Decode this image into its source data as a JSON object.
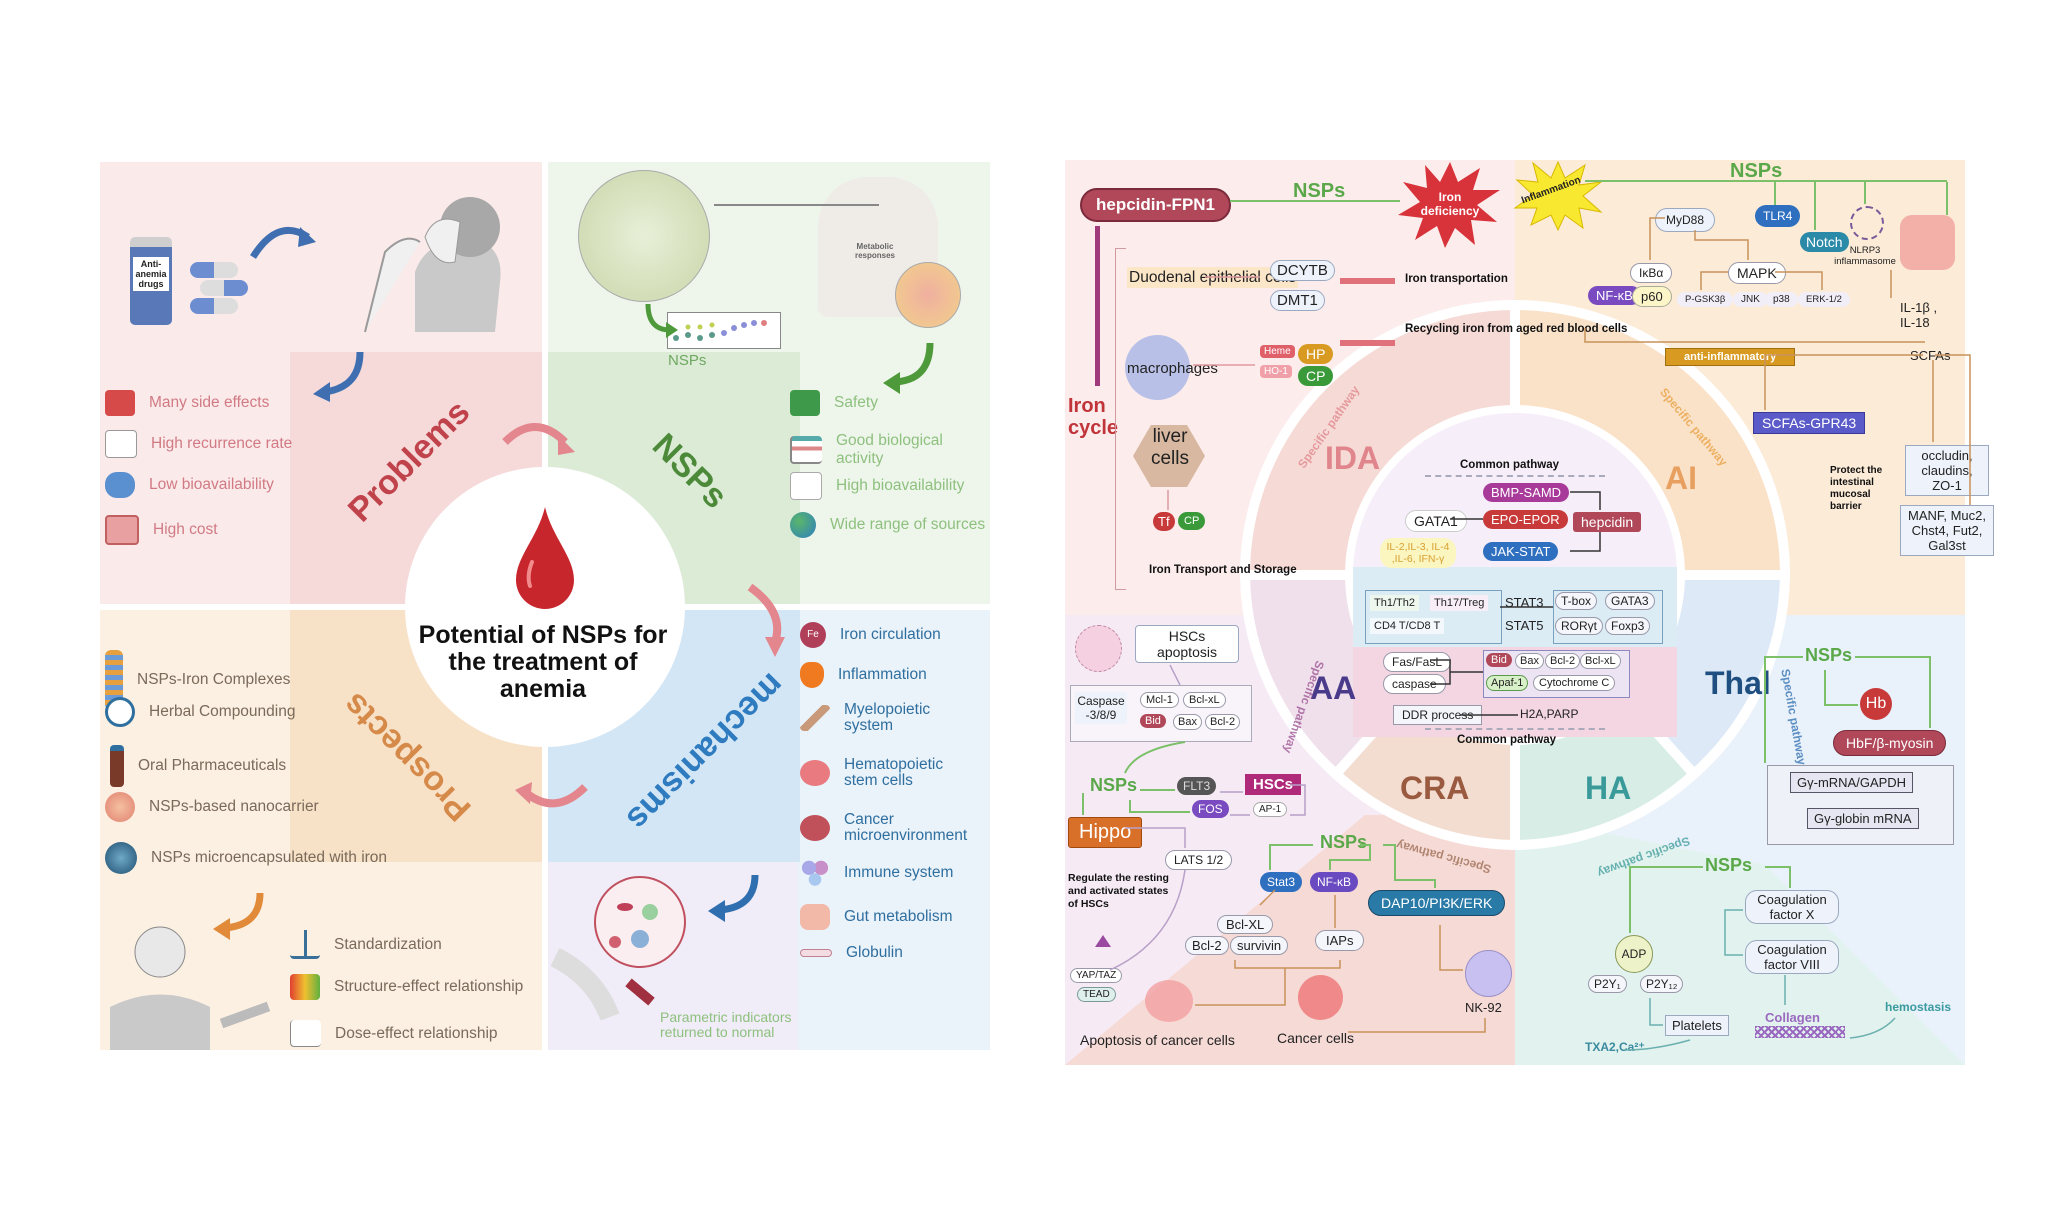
{
  "left_panel": {
    "center_title": "Potential of NSPs for the treatment of anemia",
    "ring_labels": {
      "problems": "Problems",
      "nsps": "NSPs",
      "mechanisms": "mechanisms",
      "prospects": "Prospects"
    },
    "problems": {
      "drug_label": "Anti-anemia drugs",
      "items": [
        {
          "icon": "medicine-bottle-icon",
          "label": "Many side effects"
        },
        {
          "icon": "waveform-chart-icon",
          "label": "High recurrence rate"
        },
        {
          "icon": "stomach-icon",
          "label": "Low bioavailability"
        },
        {
          "icon": "money-icon",
          "label": "High cost"
        }
      ]
    },
    "nsps": {
      "source_label": "NSPs",
      "metabolic_label": "Metabolic responses",
      "items": [
        {
          "icon": "safe-bottle-icon",
          "label": "Safety"
        },
        {
          "icon": "bar-chart-icon",
          "label": "Good biological activity"
        },
        {
          "icon": "curve-chart-icon",
          "label": "High bioavailability"
        },
        {
          "icon": "globe-icon",
          "label": "Wide range of sources"
        }
      ]
    },
    "mechanisms": {
      "items": [
        {
          "icon": "fe-iron-icon",
          "label": "Iron circulation"
        },
        {
          "icon": "flame-icon",
          "label": "Inflammation"
        },
        {
          "icon": "bone-icon",
          "label": "Myelopoietic system"
        },
        {
          "icon": "stem-cell-icon",
          "label": "Hematopoietic stem cells"
        },
        {
          "icon": "tumor-icon",
          "label": "Cancer microenvironment"
        },
        {
          "icon": "immune-cells-icon",
          "label": "Immune system"
        },
        {
          "icon": "intestine-icon",
          "label": "Gut metabolism"
        },
        {
          "icon": "globulin-icon",
          "label": "Globulin"
        }
      ],
      "result_label": "Parametric indicators returned to normal"
    },
    "prospects": {
      "items": [
        {
          "icon": "molecule-chain-icon",
          "label": "NSPs-Iron Complexes"
        },
        {
          "icon": "magnifier-icon",
          "label": "Herbal Compounding"
        },
        {
          "icon": "vial-icon",
          "label": "Oral Pharmaceuticals"
        },
        {
          "icon": "nanocarrier-icon",
          "label": "NSPs-based nanocarrier"
        },
        {
          "icon": "microcapsule-icon",
          "label": "NSPs microencapsulated with iron"
        }
      ],
      "challenges": [
        {
          "icon": "scale-icon",
          "label": "Standardization"
        },
        {
          "icon": "heatmap-icon",
          "label": "Structure-effect relationship"
        },
        {
          "icon": "dose-curve-icon",
          "label": "Dose-effect relationship"
        }
      ]
    }
  },
  "right_panel": {
    "segments": [
      "IDA",
      "AI",
      "Thal",
      "HA",
      "CRA",
      "AA"
    ],
    "specific_pathway": "Specific pathway",
    "nsps": "NSPs",
    "center": {
      "common_top": "Common pathway",
      "common_bottom": "Common pathway",
      "bmp": "BMP-SAMD",
      "epo": "EPO-EPOR",
      "jak": "JAK-STAT",
      "gata1": "GATA1",
      "hepcidin": "hepcidin",
      "cytokines": "IL-2,IL-3, IL-4 ,IL-6, IFN-γ",
      "th1": "Th1/Th2",
      "th17": "Th17/Treg",
      "cd4": "CD4 T/CD8 T",
      "stat3": "STAT3",
      "stat5": "STAT5",
      "tbox": "T-box",
      "gata3": "GATA3",
      "roryt": "RORγt",
      "foxp3": "Foxp3",
      "fas": "Fas/FasL",
      "caspase": "caspase",
      "bid": "Bid",
      "bax": "Bax",
      "bcl2": "Bcl-2",
      "bclxl": "Bcl-xL",
      "apaf": "Apaf-1",
      "cytc": "Cytochrome C",
      "ddr": "DDR process",
      "h2a": "H2A,PARP"
    },
    "ida": {
      "hepcidin_fpn1": "hepcidin-FPN1",
      "iron_deficiency": "Iron deficiency",
      "iron_cycle": "Iron cycle",
      "duodenal": "Duodenal epithelial cells",
      "dcytb": "DCYTB",
      "dmt1": "DMT1",
      "iron_transport": "Iron transportation",
      "macrophages": "macrophages",
      "heme": "Heme",
      "ho1": "HO-1",
      "hp": "HP",
      "cp": "CP",
      "recycling": "Recycling iron from aged red blood cells",
      "liver": "liver cells",
      "tf": "Tf",
      "storage": "Iron Transport and Storage"
    },
    "ai": {
      "inflammation": "Inflammation",
      "myd88": "MyD88",
      "tlr4": "TLR4",
      "notch": "Notch",
      "nlrp3": "NLRP3 inflammasome",
      "ikba": "IκBα",
      "nfkb": "NF-κB",
      "p60": "p60",
      "mapk": "MAPK",
      "gsk": "P-GSK3β",
      "jnk": "JNK",
      "p38": "p38",
      "erk": "ERK-1/2",
      "il": "IL-1β , IL-18",
      "anti": "anti-inflammatory",
      "scfas": "SCFAs",
      "gpr43": "SCFAs-GPR43",
      "protect": "Protect the intestinal mucosal barrier",
      "occludin": "occludin, claudins, ZO-1",
      "manf": "MANF, Muc2, Chst4, Fut2, Gal3st"
    },
    "aa": {
      "hsc_apoptosis": "HSCs apoptosis",
      "caspase": "Caspase -3/8/9",
      "mcl1": "Mcl-1",
      "bclxl": "Bcl-xL",
      "bid": "Bid",
      "bax": "Bax",
      "bcl2": "Bcl-2",
      "flt3": "FLT3",
      "hscs": "HSCs",
      "fos": "FOS",
      "ap1": "AP-1",
      "hippo": "Hippo",
      "lats": "LATS 1/2",
      "regulate": "Regulate the resting and activated states of HSCs",
      "yap": "YAP/TAZ",
      "tead": "TEAD"
    },
    "cra": {
      "stat3": "Stat3",
      "nfkb": "NF-κB",
      "dap10": "DAP10/PI3K/ERK",
      "bclxl": "Bcl-XL",
      "bcl2": "Bcl-2",
      "survivin": "survivin",
      "iaps": "IAPs",
      "nk92": "NK-92",
      "apoptosis": "Apoptosis of cancer cells",
      "cancer": "Cancer cells"
    },
    "thal": {
      "hb": "Hb",
      "hbf": "HbF/β-myosin",
      "gy_mrna": "Gγ-mRNA/GAPDH",
      "gy_globin": "Gγ-globin mRNA"
    },
    "ha": {
      "adp": "ADP",
      "p2y1": "P2Y₁",
      "p2y12": "P2Y₁₂",
      "platelets": "Platelets",
      "txa2": "TXA2,Ca²⁺",
      "cfx": "Coagulation factor X",
      "cfviii": "Coagulation factor VIII",
      "collagen": "Collagen",
      "hemostasis": "hemostasis"
    }
  }
}
